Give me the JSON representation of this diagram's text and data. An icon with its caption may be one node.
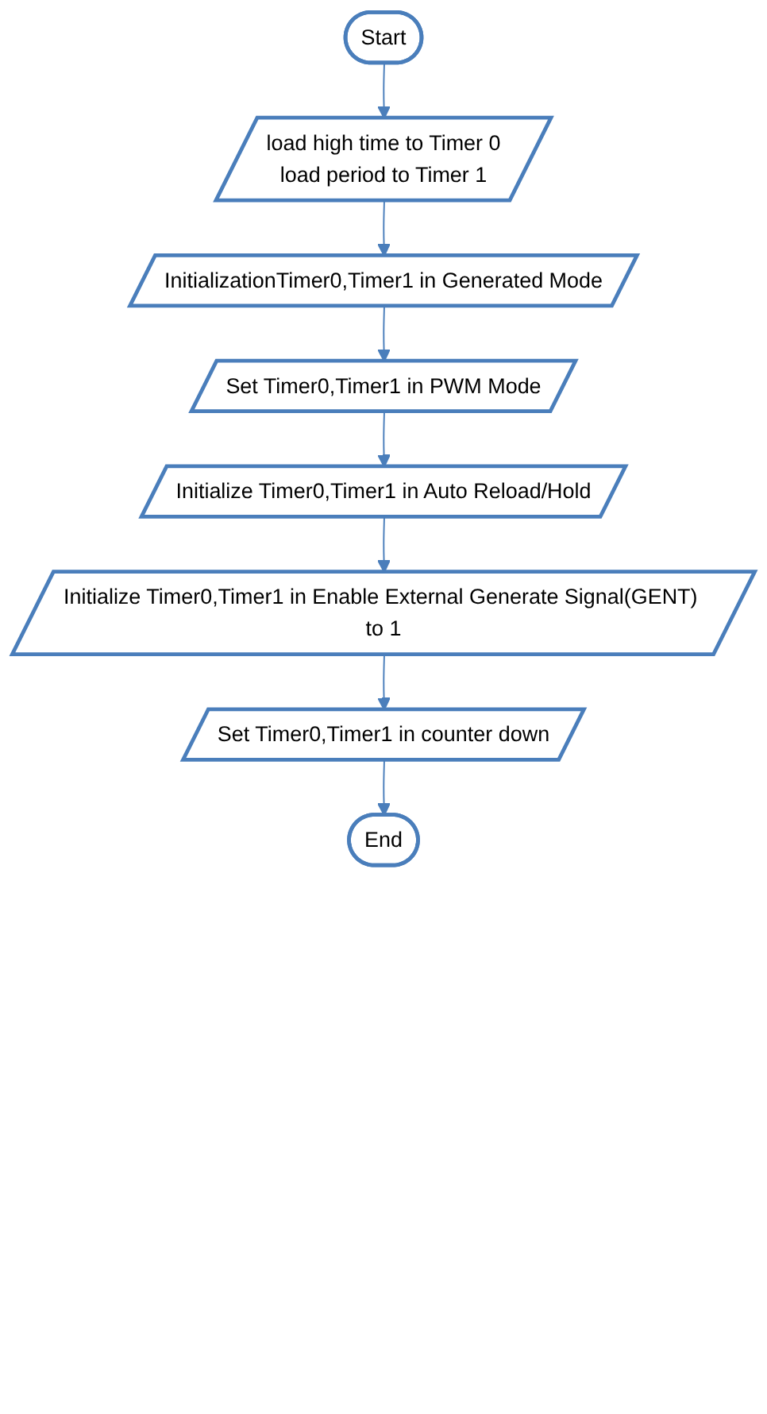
{
  "diagram": {
    "nodes": [
      {
        "text": [
          "Start"
        ]
      },
      {
        "text": [
          "load high time to Timer 0",
          "load period to Timer 1"
        ]
      },
      {
        "text": [
          "InitializationTimer0,Timer1 in Generated Mode"
        ]
      },
      {
        "text": [
          "Set Timer0,Timer1 in PWM Mode"
        ]
      },
      {
        "text": [
          "Initialize Timer0,Timer1 in Auto Reload/Hold"
        ]
      },
      {
        "text": [
          "Initialize Timer0,Timer1 in Enable External Generate Signal(GENT) to 1"
        ]
      },
      {
        "text": [
          "Set Timer0,Timer1 in counter down"
        ]
      },
      {
        "text": [
          "End"
        ]
      }
    ],
    "edges": [
      {
        "from": 0,
        "to": 1,
        "arrow": "to"
      },
      {
        "from": 1,
        "to": 2,
        "arrow": "to"
      },
      {
        "from": 2,
        "to": 3,
        "arrow": "to"
      },
      {
        "from": 3,
        "to": 4,
        "arrow": "to"
      },
      {
        "from": 4,
        "to": 5,
        "arrow": "to"
      },
      {
        "from": 5,
        "to": 6,
        "arrow": "to"
      },
      {
        "from": 6,
        "to": 7,
        "arrow": "to"
      }
    ]
  }
}
